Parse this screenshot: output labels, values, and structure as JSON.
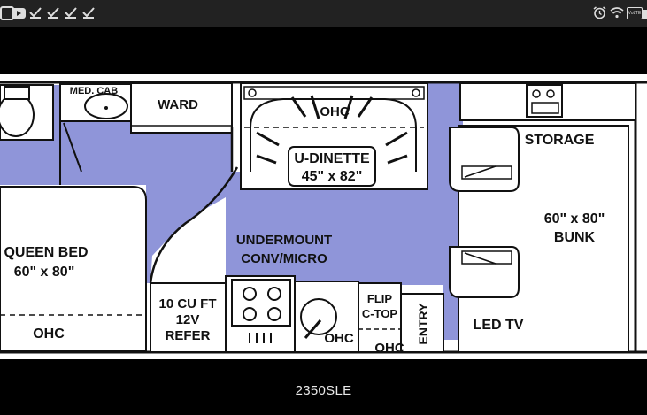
{
  "status_bar": {
    "left_icons": [
      "app-square-icon",
      "video-play-icon",
      "check-icon",
      "check-icon",
      "check-icon",
      "check-icon",
      "check-icon"
    ],
    "right_icons": [
      "alarm-clock-icon",
      "wifi-icon",
      "volte-icon",
      "signal-icon",
      "battery-icon"
    ],
    "volte_label": "VoLTE"
  },
  "floorplan": {
    "colors": {
      "living_area": "#8f95d9",
      "walls": "#111111",
      "background": "#ffffff"
    },
    "labels": {
      "med_cab": "MED. CAB",
      "ward": "WARD",
      "ohc_dinette": "OHC",
      "u_dinette": "U-DINETTE",
      "u_dinette_size": "45\" x 82\"",
      "storage": "STORAGE",
      "bunk_size": "60\" x 80\"",
      "bunk": "BUNK",
      "queen_bed": "QUEEN BED",
      "queen_bed_size": "60\" x 80\"",
      "ohc_bed": "OHC",
      "undermount": "UNDERMOUNT",
      "conv_micro": "CONV/MICRO",
      "refer_1": "10 CU FT",
      "refer_2": "12V",
      "refer_3": "REFER",
      "ohc_sink": "OHC",
      "flip": "FLIP",
      "c_top": "C-TOP",
      "ohc_entry": "OHC",
      "entry": "ENTRY",
      "led_tv": "LED TV"
    }
  },
  "caption": "2350SLE"
}
